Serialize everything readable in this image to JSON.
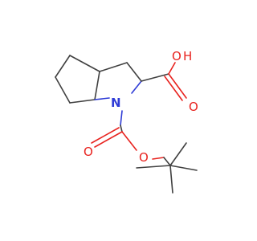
{
  "molecule": {
    "labels": {
      "acid_hydroxyl": "O",
      "acid_hydroxyl_h": "H",
      "acid_carbonyl": "O",
      "ring_nitrogen": "N",
      "boc_carbonyl": "O",
      "boc_ester": "O"
    },
    "colors": {
      "carbon_bond": "#404040",
      "oxygen": "#e8231f",
      "nitrogen": "#2e3bd6",
      "background": "#ffffff"
    }
  }
}
